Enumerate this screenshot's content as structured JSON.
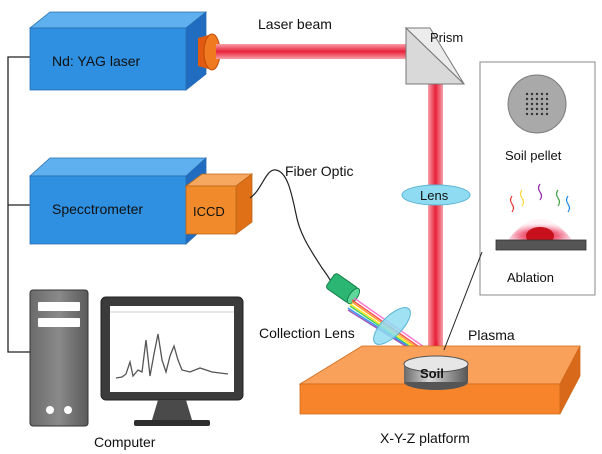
{
  "labels": {
    "laser": "Nd: YAG laser",
    "laser_beam": "Laser beam",
    "prism": "Prism",
    "spectrometer": "Specctrometer",
    "iccd": "ICCD",
    "fiber_optic": "Fiber Optic",
    "lens": "Lens",
    "soil_pellet": "Soil pellet",
    "ablation": "Ablation",
    "collection_lens": "Collection Lens",
    "plasma": "Plasma",
    "soil": "Soil",
    "computer": "Computer",
    "platform": "X-Y-Z platform"
  },
  "colors": {
    "device_blue": "#2f8fe0",
    "iccd_orange": "#f08a2a",
    "platform_orange": "#f7842b",
    "beam_red": "#e8213a",
    "lens_cyan": "#8fdcf2"
  }
}
